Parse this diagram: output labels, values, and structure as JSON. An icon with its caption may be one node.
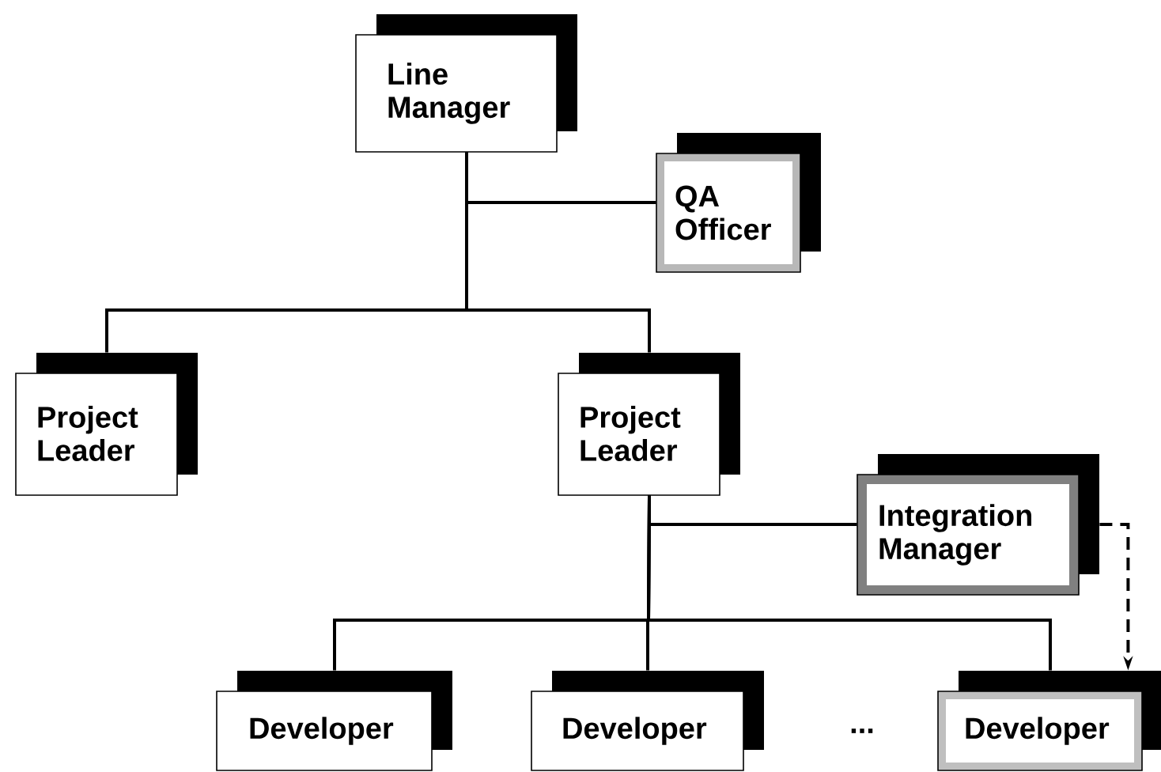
{
  "diagram": {
    "nodes": [
      {
        "text": [
          "Line Manager"
        ]
      },
      {
        "text": [
          "QA Officer"
        ]
      },
      {
        "text": [
          "Project Leader"
        ]
      },
      {
        "text": [
          "Project Leader"
        ]
      },
      {
        "text": [
          "Integration Manager"
        ]
      },
      {
        "text": [
          "Developer"
        ]
      },
      {
        "text": [
          "Developer"
        ]
      },
      {
        "text": [
          "Developer"
        ]
      }
    ],
    "edges": [
      {
        "from": 0,
        "to": 1,
        "arrow": "none"
      },
      {
        "from": 0,
        "to": 2,
        "arrow": "none"
      },
      {
        "from": 0,
        "to": 3,
        "arrow": "none"
      },
      {
        "from": 3,
        "to": 4,
        "arrow": "none"
      },
      {
        "from": 3,
        "to": 5,
        "arrow": "none"
      },
      {
        "from": 3,
        "to": 6,
        "arrow": "none"
      },
      {
        "from": 3,
        "to": 7,
        "arrow": "none"
      },
      {
        "from": 4,
        "to": 7,
        "arrow": "to",
        "style": "dashed"
      }
    ],
    "labels": [
      "..."
    ]
  }
}
